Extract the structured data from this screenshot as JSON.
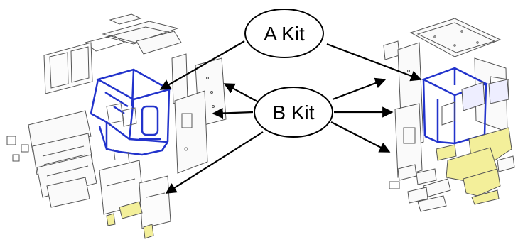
{
  "diagram": {
    "callouts": [
      {
        "id": "a-kit",
        "label": "A Kit"
      },
      {
        "id": "b-kit",
        "label": "B Kit"
      }
    ],
    "colors": {
      "frame": "#2233cc",
      "panel_fill": "#f3ef9a",
      "line": "#555555",
      "arrow": "#000000"
    }
  }
}
